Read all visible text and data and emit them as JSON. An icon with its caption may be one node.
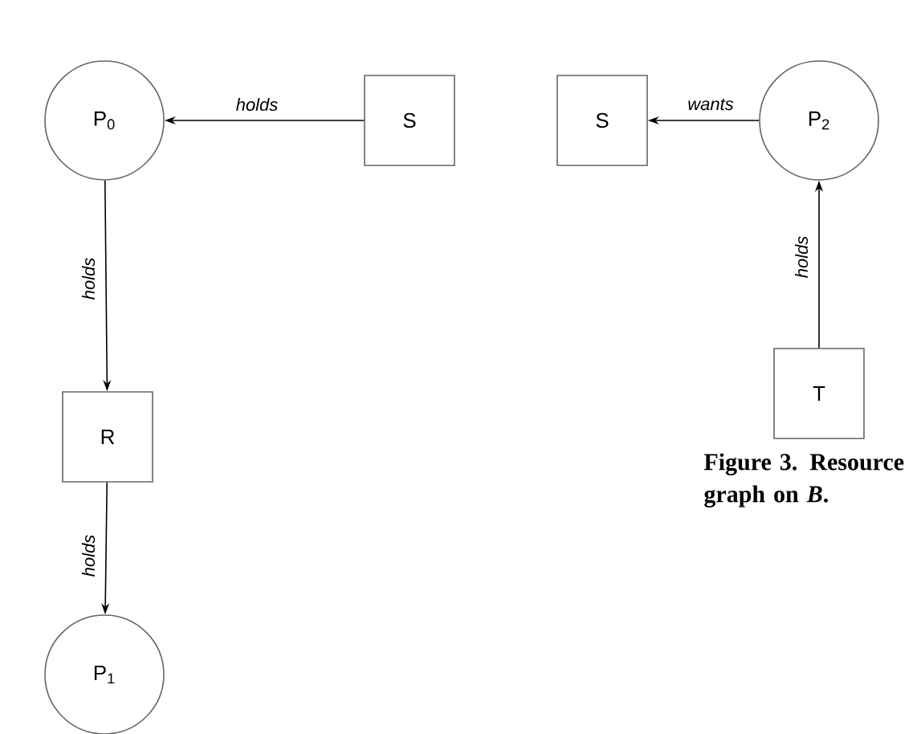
{
  "diagram": {
    "caption": "Figure 3. Resource graph on *B*.",
    "nodes": [
      {
        "text": [
          "P$_{0}$"
        ]
      },
      {
        "text": [
          "S"
        ]
      },
      {
        "text": [
          "S"
        ]
      },
      {
        "text": [
          "P$_{2}$"
        ]
      },
      {
        "text": [
          "R"
        ]
      },
      {
        "text": [
          "T"
        ]
      },
      {
        "text": [
          "P$_{1}$"
        ]
      }
    ],
    "edges": [
      {
        "from": 1,
        "to": 0,
        "arrow": "to",
        "label": "holds"
      },
      {
        "from": 3,
        "to": 2,
        "arrow": "to",
        "label": "wants"
      },
      {
        "from": 0,
        "to": 4,
        "arrow": "to",
        "label": "holds"
      },
      {
        "from": 5,
        "to": 3,
        "arrow": "to",
        "label": "holds"
      },
      {
        "from": 4,
        "to": 6,
        "arrow": "to",
        "label": "holds"
      }
    ]
  }
}
